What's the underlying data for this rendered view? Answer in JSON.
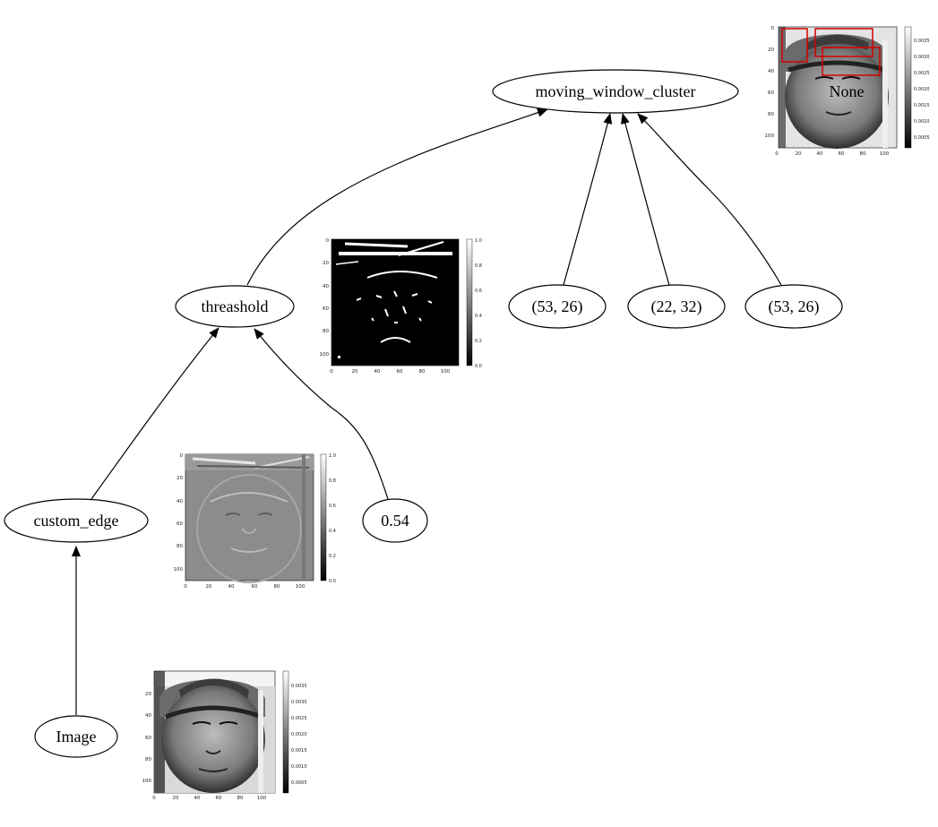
{
  "nodes": {
    "image": "Image",
    "custom_edge": "custom_edge",
    "param_054": "0.54",
    "threashold": "threashold",
    "tuple_1": "(53, 26)",
    "tuple_2": "(22, 32)",
    "tuple_3": "(53, 26)",
    "moving_window_cluster": "moving_window_cluster",
    "output": "None"
  },
  "thumbnails": {
    "image": {
      "x_ticks": [
        "0",
        "20",
        "40",
        "60",
        "80",
        "100"
      ],
      "y_ticks": [
        "20",
        "40",
        "60",
        "80",
        "100"
      ],
      "colorbar_ticks": [
        "0.0035",
        "0.0030",
        "0.0025",
        "0.0020",
        "0.0015",
        "0.0010",
        "0.0005"
      ]
    },
    "custom_edge": {
      "x_ticks": [
        "0",
        "20",
        "40",
        "60",
        "80",
        "100"
      ],
      "y_ticks": [
        "0",
        "20",
        "40",
        "60",
        "80",
        "100"
      ],
      "colorbar_ticks": [
        "1.0",
        "0.8",
        "0.6",
        "0.4",
        "0.2",
        "0.0"
      ]
    },
    "threashold": {
      "x_ticks": [
        "0",
        "20",
        "40",
        "60",
        "80",
        "100"
      ],
      "y_ticks": [
        "0",
        "20",
        "40",
        "60",
        "80",
        "100"
      ],
      "colorbar_ticks": [
        "1.0",
        "0.8",
        "0.6",
        "0.4",
        "0.2",
        "0.0"
      ]
    },
    "output": {
      "x_ticks": [
        "0",
        "20",
        "40",
        "60",
        "80",
        "100"
      ],
      "y_ticks": [
        "0",
        "20",
        "40",
        "60",
        "80",
        "100"
      ],
      "colorbar_ticks": [
        "0.0035",
        "0.0030",
        "0.0025",
        "0.0020",
        "0.0015",
        "0.0010",
        "0.0005"
      ]
    }
  },
  "colors": {
    "edge": "#000000",
    "node_fill": "#ffffff",
    "box_highlight": "#d40000"
  }
}
